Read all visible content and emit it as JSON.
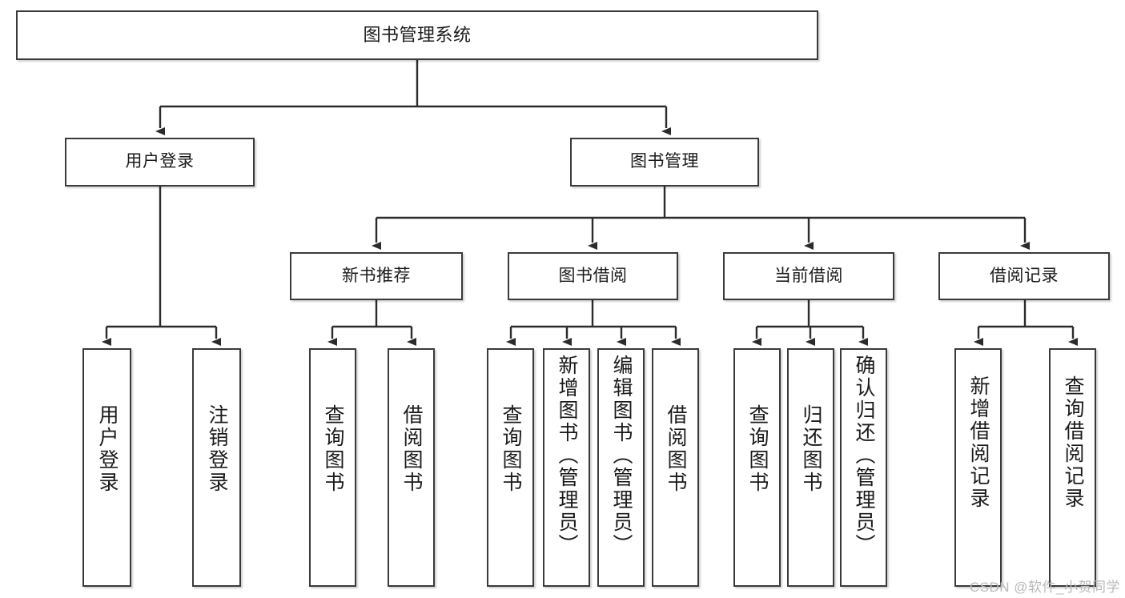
{
  "diagram": {
    "title": "图书管理系统",
    "type": "tree-hierarchy",
    "watermark": "CSDN @软件_小贺同学",
    "colors": {
      "node_border": "#3a3a3a",
      "node_fill": "#ffffff",
      "edge": "#2b2b2b",
      "watermark": "#b9b9b9"
    },
    "nodes": {
      "root": {
        "label": "图书管理系统"
      },
      "level2": [
        {
          "id": "user-login",
          "label": "用户登录"
        },
        {
          "id": "book-manage",
          "label": "图书管理"
        }
      ],
      "level3": [
        {
          "id": "new-book-rec",
          "label": "新书推荐"
        },
        {
          "id": "book-borrow",
          "label": "图书借阅"
        },
        {
          "id": "current-borrow",
          "label": "当前借阅"
        },
        {
          "id": "borrow-record",
          "label": "借阅记录"
        }
      ],
      "leaves": {
        "user_login": [
          {
            "id": "leaf-user-login",
            "label": "用户登录"
          },
          {
            "id": "leaf-logout",
            "label": "注销登录"
          }
        ],
        "new_book_rec": [
          {
            "id": "leaf-query-book-1",
            "label": "查询图书"
          },
          {
            "id": "leaf-borrow-book-1",
            "label": "借阅图书"
          }
        ],
        "book_borrow": [
          {
            "id": "leaf-query-book-2",
            "label": "查询图书"
          },
          {
            "id": "leaf-add-book",
            "label": "新增图书（管理员）"
          },
          {
            "id": "leaf-edit-book",
            "label": "编辑图书（管理员）"
          },
          {
            "id": "leaf-borrow-book-2",
            "label": "借阅图书"
          }
        ],
        "current_borrow": [
          {
            "id": "leaf-query-book-3",
            "label": "查询图书"
          },
          {
            "id": "leaf-return-book",
            "label": "归还图书"
          },
          {
            "id": "leaf-confirm-return",
            "label": "确认归还（管理员）"
          }
        ],
        "borrow_record": [
          {
            "id": "leaf-add-record",
            "label": "新增借阅记录"
          },
          {
            "id": "leaf-query-record",
            "label": "查询借阅记录"
          }
        ]
      }
    }
  }
}
